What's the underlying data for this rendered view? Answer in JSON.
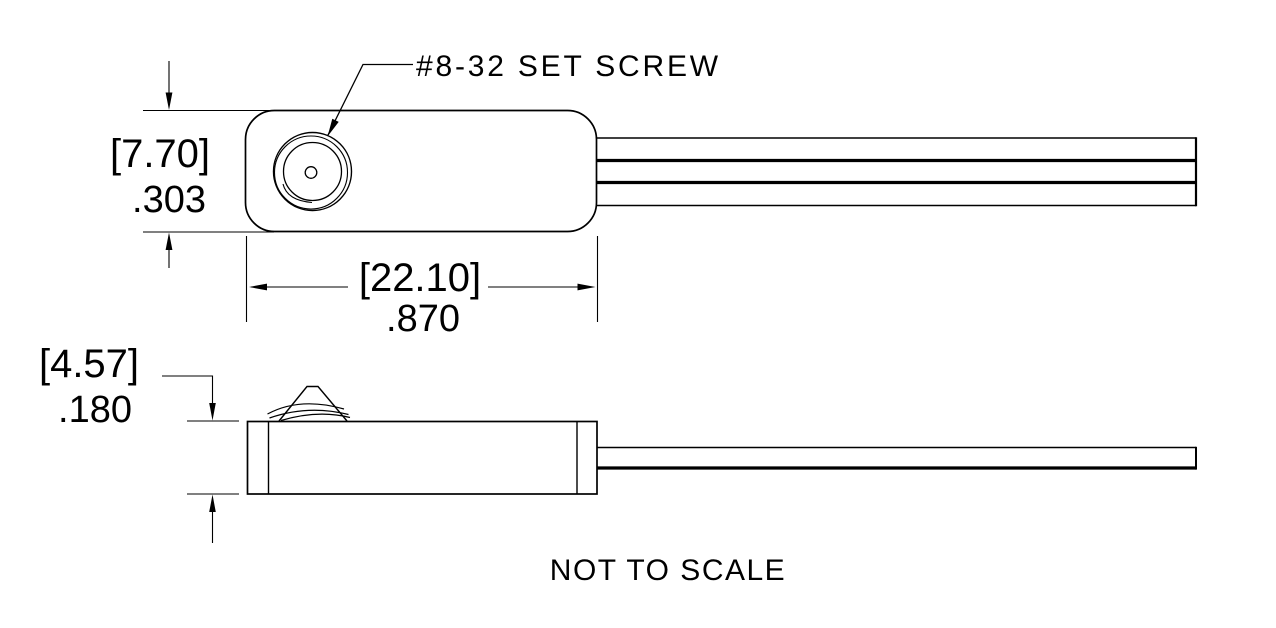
{
  "drawing": {
    "callout": "#8-32 SET SCREW",
    "note": "NOT TO SCALE",
    "dimensions": {
      "height": {
        "mm": "[7.70]",
        "in": ".303"
      },
      "width": {
        "mm": "[22.10]",
        "in": ".870"
      },
      "thickness": {
        "mm": "[4.57]",
        "in": ".180"
      }
    },
    "colors": {
      "line": "#000000",
      "background": "#ffffff"
    }
  }
}
